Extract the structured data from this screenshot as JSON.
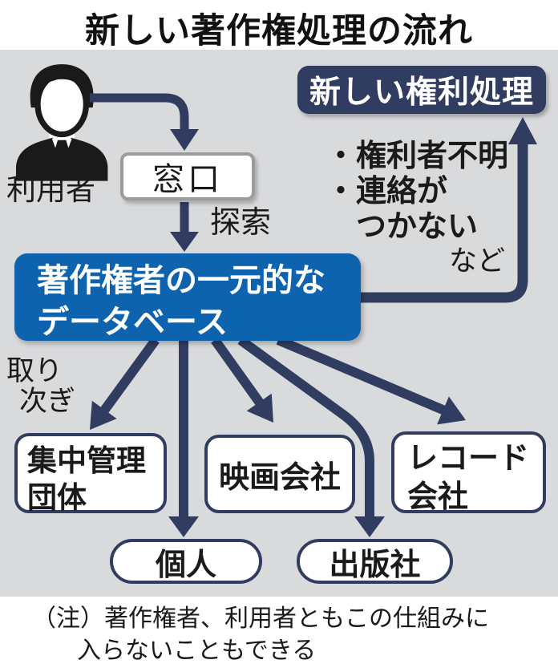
{
  "title": "新しい著作権処理の流れ",
  "flow": {
    "user": "利用者",
    "window": "窓口",
    "search": "探索",
    "database": {
      "line1": "著作権者の一元的な",
      "line2": "データベース"
    },
    "new_rights": "新しい権利処理",
    "reasons": [
      "・権利者不明",
      "・連絡が",
      "　つかない"
    ],
    "etc": "など",
    "relay": {
      "line1": "取り",
      "line2": "次ぎ"
    },
    "orgs": {
      "central": {
        "line1": "集中管理",
        "line2": "団体"
      },
      "film": "映画会社",
      "record": {
        "line1": "レコード",
        "line2": "会社"
      },
      "individual": "個人",
      "publisher": "出版社"
    }
  },
  "note": {
    "line1": "（注）著作権者、利用者ともこの仕組みに",
    "line2": "入らないこともできる"
  },
  "colors": {
    "panel_background": "#d9dadc",
    "arrow_navy": "#313d60",
    "database_blue": "#0e63ae",
    "window_border_gray": "#9b9b9b",
    "text_black": "#1a1a1a"
  }
}
